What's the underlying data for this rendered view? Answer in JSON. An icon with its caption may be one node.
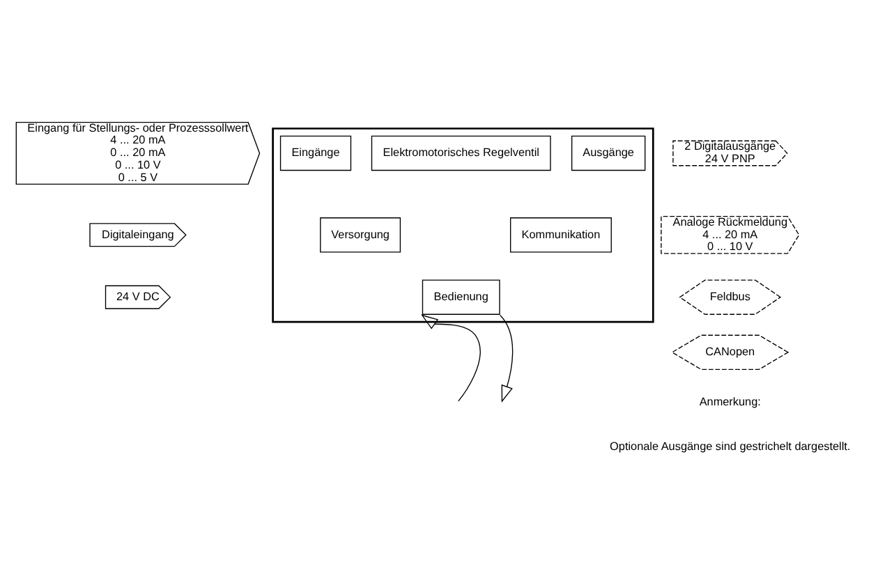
{
  "diagram": {
    "nodes": [
      {
        "text": [
          "Eingang für Stellungs- oder Prozesssollwert",
          "4 ... 20 mA",
          "0 ... 20 mA",
          "0 ... 10 V",
          "0 ... 5 V"
        ]
      },
      {
        "text": [
          "Digitaleingang"
        ]
      },
      {
        "text": [
          "24 V DC"
        ]
      },
      {
        "text": [],
        "shape": "box"
      },
      {
        "text": [
          "Eingänge"
        ],
        "in": 3
      },
      {
        "text": [
          "Versorgung"
        ],
        "in": 3
      },
      {
        "text": [
          "Elektromotorisches Regelventil"
        ],
        "in": 3
      },
      {
        "text": [
          "Ausgänge"
        ],
        "in": 3
      },
      {
        "text": [
          "Kommunikation"
        ],
        "in": 3
      },
      {
        "text": [
          "Bedienung"
        ],
        "in": 3
      },
      {
        "text": [
          "2 Digitalausgänge",
          "24 V PNP"
        ]
      },
      {
        "text": [
          "Analoge Rückmeldung",
          "4 ... 20 mA",
          "0 ... 10 V"
        ]
      },
      {
        "text": [
          "Feldbus"
        ]
      },
      {
        "text": [
          "CANopen"
        ]
      }
    ],
    "edges": [
      {
        "from": null,
        "to": 9,
        "arrow": "to"
      },
      {
        "from": 9,
        "to": null,
        "arrow": "to"
      }
    ],
    "labels": [
      "Anmerkung:",
      "Optionale Ausgänge sind gestrichelt dargestellt."
    ]
  }
}
